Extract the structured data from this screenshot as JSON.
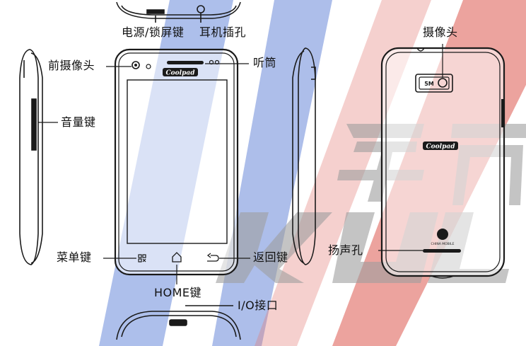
{
  "labels": {
    "power_lock_key": "电源/锁屏键",
    "earphone_jack": "耳机插孔",
    "front_camera": "前摄像头",
    "earpiece": "听筒",
    "volume_key": "音量键",
    "menu_key": "菜单键",
    "back_key": "返回键",
    "home_key": "HOME键",
    "io_port": "I/O接口",
    "rear_camera": "摄像头",
    "speaker_hole": "扬声孔"
  },
  "device": {
    "brand_front": "Coolpad",
    "brand_back": "Coolpad",
    "camera_badge": "5M",
    "operator": "CHINA MOBILE"
  },
  "watermark": {
    "cn": "宇 葛",
    "latin": "KUL"
  },
  "colors": {
    "outline": "#1a1a1a",
    "stripe_blue": "#4a6fd0",
    "stripe_red": "#d9453b",
    "stripe_grey": "#a9a9a9"
  }
}
